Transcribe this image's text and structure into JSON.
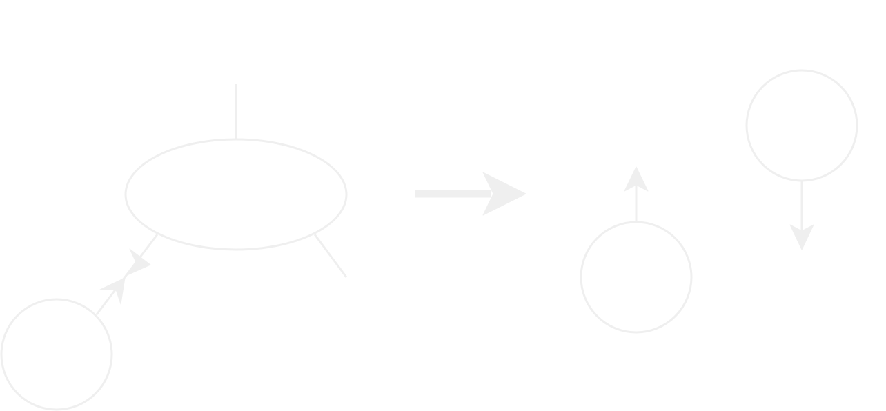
{
  "diagram": {
    "stroke_color": "#efefef",
    "background_color": "#ffffff",
    "shapes": [
      {
        "name": "central-ellipse",
        "kind": "ellipse"
      },
      {
        "name": "bottom-left-circle",
        "kind": "circle"
      },
      {
        "name": "bottom-middle-circle",
        "kind": "circle"
      },
      {
        "name": "top-right-circle",
        "kind": "circle"
      }
    ],
    "connectors": [
      {
        "name": "top-line",
        "style": "plain-line"
      },
      {
        "name": "lower-right-line",
        "style": "plain-line"
      },
      {
        "name": "bidirectional-arrow",
        "style": "double-headed-arrow"
      },
      {
        "name": "transition-arrow",
        "style": "block-arrow"
      },
      {
        "name": "up-arrow",
        "style": "arrow"
      },
      {
        "name": "down-arrow",
        "style": "arrow"
      }
    ]
  }
}
